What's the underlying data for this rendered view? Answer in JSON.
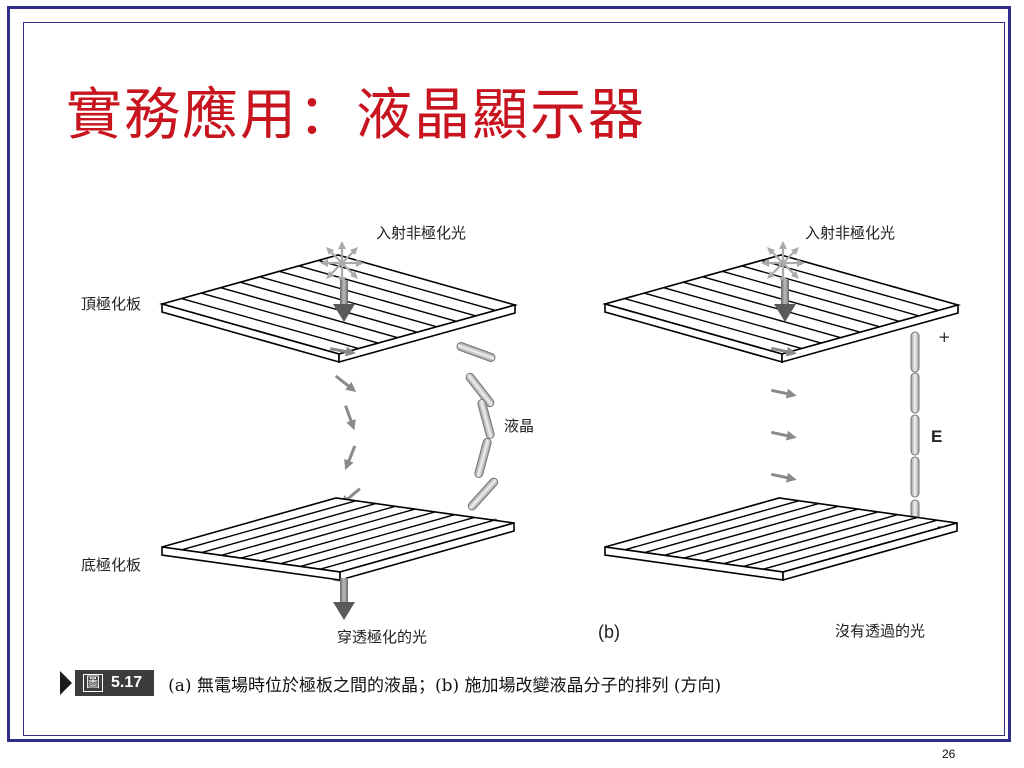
{
  "slide": {
    "title": "實務應用：液晶顯示器",
    "page_number": "26"
  },
  "figure": {
    "panel_a": {
      "incoming_light_label": "入射非極化光",
      "top_polarizer_label": "頂極化板",
      "liquid_crystal_label": "液晶",
      "bottom_polarizer_label": "底極化板",
      "transmitted_light_label": "穿透極化的光"
    },
    "panel_b": {
      "panel_label": "(b)",
      "incoming_light_label": "入射非極化光",
      "plus_label": "+",
      "field_label": "E",
      "minus_label": "–",
      "no_light_label": "沒有透過的光"
    },
    "caption": {
      "figure_word": "圖",
      "figure_number": "5.17",
      "text": "(a) 無電場時位於極板之間的液晶；(b) 施加場改變液晶分子的排列 (方向)"
    }
  },
  "colors": {
    "title": "#c8141e",
    "frame": "#2e2e8a",
    "arrow_gray": "#8a8a8a",
    "dark_arrow": "#555555"
  }
}
